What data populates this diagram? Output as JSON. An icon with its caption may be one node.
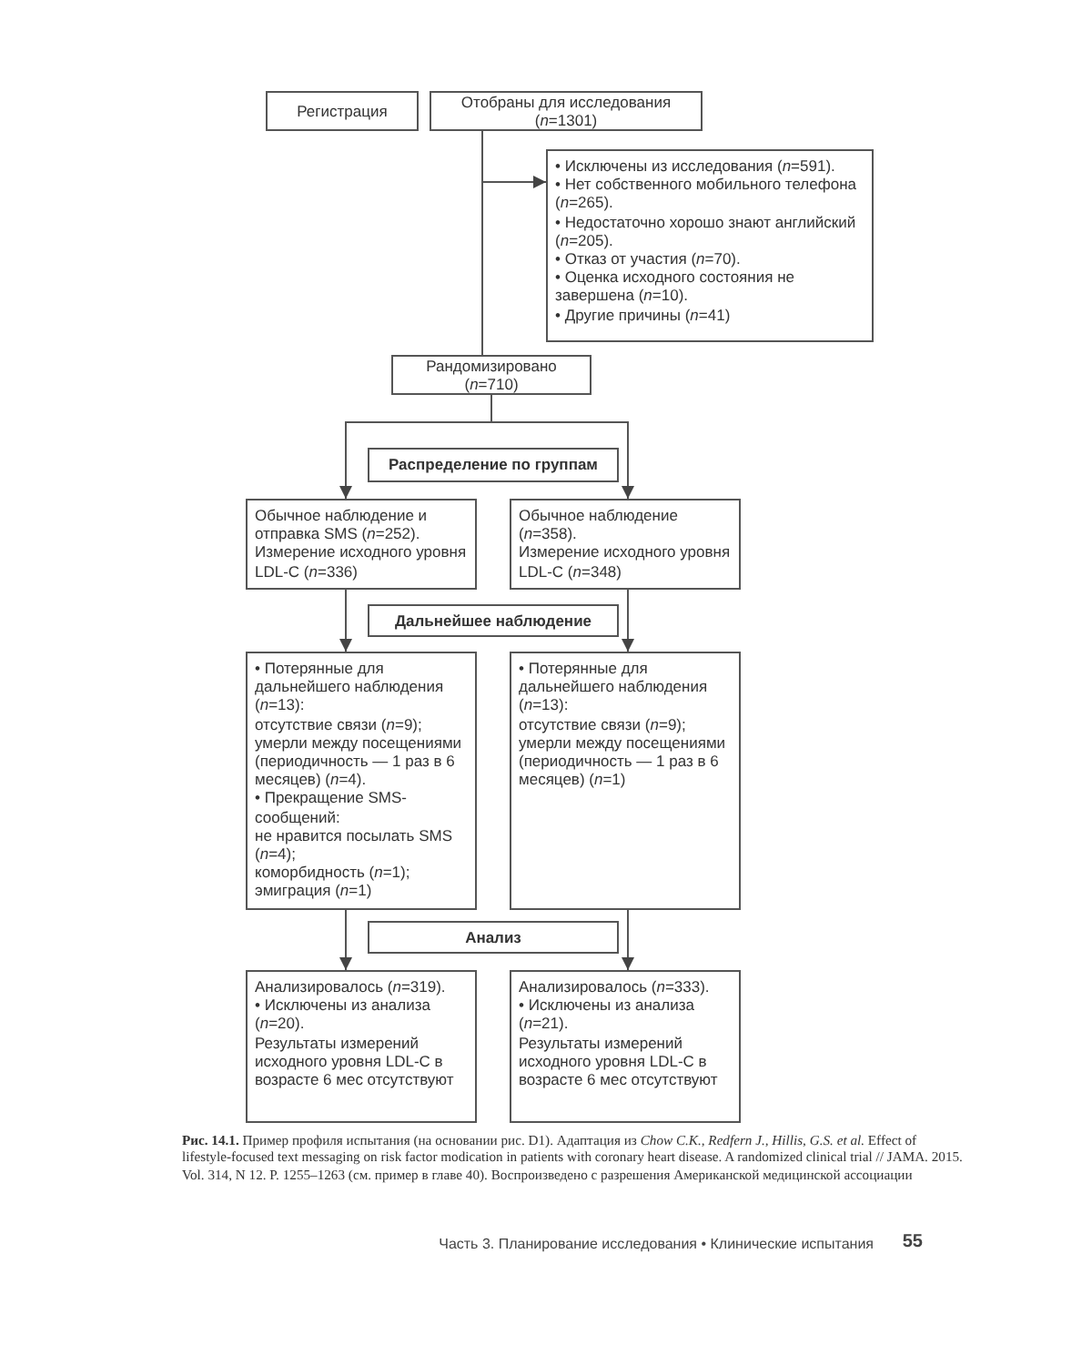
{
  "diagram": {
    "caption": "**Рис. 14.1.** Пример профиля испытания (на основании рис. D1). Адаптация из *Chow C.K., Redfern J., Hillis, G.S. et al.* Effect of lifestyle-focused text messaging on risk factor modication in patients with coronary heart disease. A randomized clinical trial // JAMA. 2015. Vol. 314, N 12. P. 1255–1263 (см. пример в главе 40). Воспроизведено с разрешения Американской медицинской ассоциации",
    "nodes": [
      {
        "text": [
          "Регистрация"
        ]
      },
      {
        "text": [
          "Отобраны для исследования (*n*=1301)"
        ]
      },
      {
        "text": [
          "• Исключены из исследования (*n*=591).",
          "• Нет собственного мобильного телефона (*n*=265).",
          "• Недостаточно хорошо знают английский (*n*=205).",
          "• Отказ от участия (*n*=70).",
          "• Оценка исходного состояния не завершена (*n*=10).",
          "• Другие причины (*n*=41)"
        ]
      },
      {
        "text": [
          "Рандомизировано (*n*=710)"
        ]
      },
      {
        "text": [
          "Распределение по группам"
        ]
      },
      {
        "text": [
          "Обычное наблюдение и отправка SMS (*n*=252).",
          "Измерение исходного уровня LDL-C (*n*=336)"
        ]
      },
      {
        "text": [
          "Обычное наблюдение (*n*=358).",
          "Измерение исходного уровня LDL-C (*n*=348)"
        ]
      },
      {
        "text": [
          "Дальнейшее наблюдение"
        ]
      },
      {
        "text": [
          "• Потерянные для дальнейшего наблюдения (*n*=13):",
          "отсутствие связи (*n*=9);",
          "умерли между посещениями (периодичность — 1 раз в 6 месяцев) (*n*=4).",
          "• Прекращение SMS-сообщений:",
          "не нравится посылать SMS (*n*=4);",
          "коморбидность (*n*=1);",
          "эмиграция (*n*=1)"
        ]
      },
      {
        "text": [
          "• Потерянные для дальнейшего наблюдения (*n*=13):",
          "отсутствие связи (*n*=9);",
          "умерли между посещениями (периодичность — 1 раз в 6 месяцев) (*n*=1)"
        ]
      },
      {
        "text": [
          "Анализ"
        ]
      },
      {
        "text": [
          "Анализировалось (*n*=319).",
          "• Исключены из анализа (*n*=20).",
          "Результаты измерений исходного уровня LDL-C в возрасте 6 мес отсутствуют"
        ]
      },
      {
        "text": [
          "Анализировалось (*n*=333).",
          "• Исключены из анализа (*n*=21).",
          "Результаты измерений исходного уровня LDL-C в возрасте 6 мес отсутствуют"
        ]
      }
    ],
    "edges": [
      {
        "from": 1,
        "to": 2,
        "arrow": "to"
      },
      {
        "from": 1,
        "to": 3,
        "arrow": "none"
      },
      {
        "from": 3,
        "to": 5,
        "arrow": "to"
      },
      {
        "from": 3,
        "to": 6,
        "arrow": "to"
      },
      {
        "from": 5,
        "to": 8,
        "arrow": "to"
      },
      {
        "from": 6,
        "to": 9,
        "arrow": "to"
      },
      {
        "from": 8,
        "to": 11,
        "arrow": "to"
      },
      {
        "from": 9,
        "to": 12,
        "arrow": "to"
      }
    ],
    "labels": [
      "Часть 3. Планирование исследования • Клинические испытания",
      "55"
    ]
  }
}
